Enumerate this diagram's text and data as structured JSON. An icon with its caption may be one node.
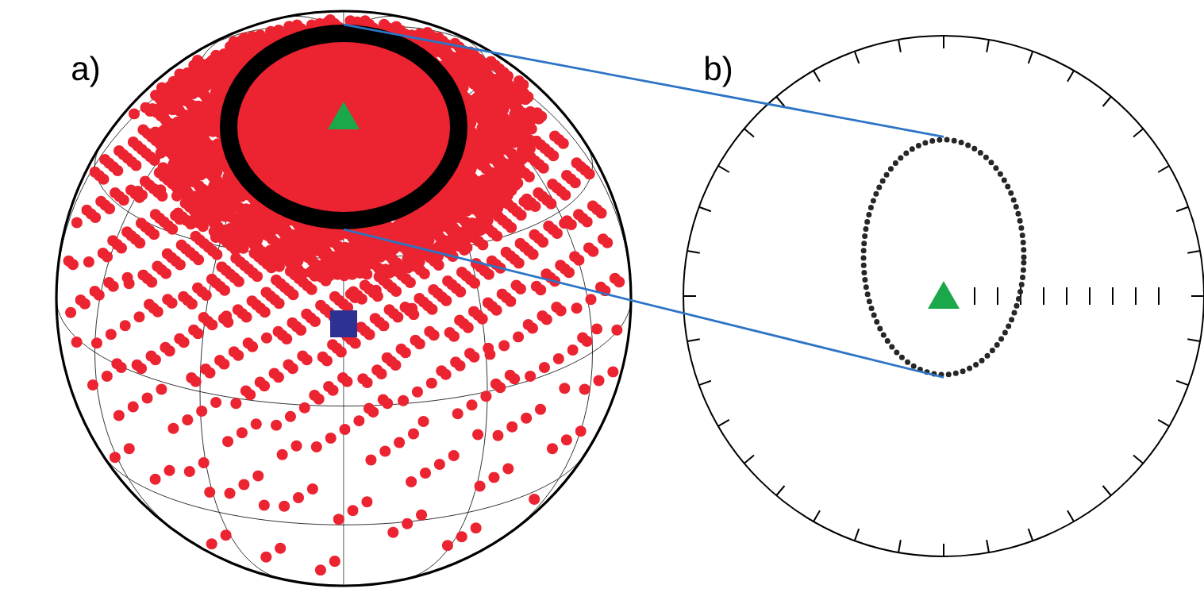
{
  "diagram": {
    "nodes": [
      {
        "text": [],
        "shape": "circle"
      },
      {
        "text": [],
        "shape": "circle"
      }
    ],
    "edges": [
      {
        "from": 0,
        "to": 1,
        "arrow": "none"
      },
      {
        "from": 0,
        "to": 1,
        "arrow": "none"
      }
    ],
    "labels": [
      "a)",
      "b)"
    ]
  }
}
